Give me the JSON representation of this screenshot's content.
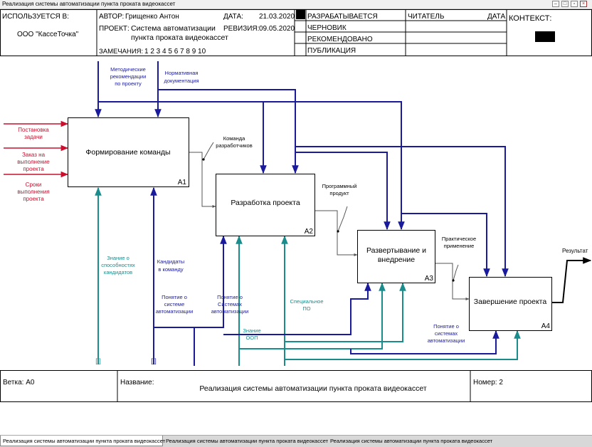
{
  "window": {
    "title": "Реализация системы автоматизации пункта проката видеокассет"
  },
  "header": {
    "used_at_label": "ИСПОЛЬЗУЕТСЯ В:",
    "organization": "ООО \"КассеТочка\"",
    "author_label": "АВТОР:",
    "author": "Грищенко Антон",
    "date_label": "ДАТА:",
    "date": "21.03.2020",
    "project_label": "ПРОЕКТ:",
    "project_line1": "Система автоматизации",
    "project_line2": "пункта проката видеокассет",
    "revision_label": "РЕВИЗИЯ:",
    "revision": "09.05.2020",
    "notes_label": "ЗАМЕЧАНИЯ:",
    "notes": "1 2 3 4 5 6 7 8 9 10",
    "status_working": "РАЗРАБАТЫВАЕТСЯ",
    "status_draft": "ЧЕРНОВИК",
    "status_recommended": "РЕКОМЕНДОВАНО",
    "status_publication": "ПУБЛИКАЦИЯ",
    "reader_label": "ЧИТАТЕЛЬ",
    "reader_date_label": "ДАТА",
    "context_label": "КОНТЕКСТ:"
  },
  "footer": {
    "node_label": "Ветка: А0",
    "name_label": "Название:",
    "name_value": "Реализация системы автоматизации пункта проката видеокассет",
    "number_label": "Номер: 2"
  },
  "boxes": [
    {
      "label": "Формирование команды",
      "num": "А1"
    },
    {
      "label": "Разработка проекта",
      "num": "А2"
    },
    {
      "label_line1": "Развертывание и",
      "label_line2": "внедрение",
      "num": "А3"
    },
    {
      "label": "Завершение проекта",
      "num": "А4"
    }
  ],
  "arrows": {
    "in_task": [
      "Постановка",
      "задачи"
    ],
    "in_order": [
      "Заказ на",
      "выполнение",
      "проекта"
    ],
    "in_deadline": [
      "Сроки",
      "выполнения",
      "проекта"
    ],
    "ctrl_methodical": [
      "Методические",
      "рекомендации",
      "по проекту"
    ],
    "ctrl_normative": [
      "Нормативная",
      "документация"
    ],
    "team": [
      "Команда",
      "разработчиков"
    ],
    "product": [
      "Программный",
      "продукт"
    ],
    "practice": [
      "Практическое",
      "применение"
    ],
    "result": "Результат",
    "mech_knowledge": [
      "Знание о",
      "способностях",
      "кандидатов"
    ],
    "mech_candidates": [
      "Кандидаты",
      "в команду"
    ],
    "mech_concept1": [
      "Понятие о",
      "системе",
      "автоматизации"
    ],
    "mech_concept2": [
      "Понятие о",
      "Системах",
      "автоматизации"
    ],
    "mech_special": [
      "Специальное",
      "ПО"
    ],
    "mech_oop": [
      "Знание",
      "ООП"
    ],
    "mech_concept3": [
      "Понятие о",
      "системах",
      "автоматизации"
    ],
    "tunnel_marks": [
      "[ ]",
      "[ ]"
    ]
  },
  "tabs": [
    "Реализация системы автоматизации пункта проката видеокассет",
    "Реализация системы автоматизации пункта проката видеокассет",
    "Реализация системы автоматизации пункта проката видеокассет"
  ],
  "colors": {
    "input_arrows": "#c8102e",
    "control_arrows": "#1a1a9c",
    "mechanism_arrows": "#1a8c8c",
    "output_arrows": "#555555",
    "result_arrow": "#000000"
  }
}
